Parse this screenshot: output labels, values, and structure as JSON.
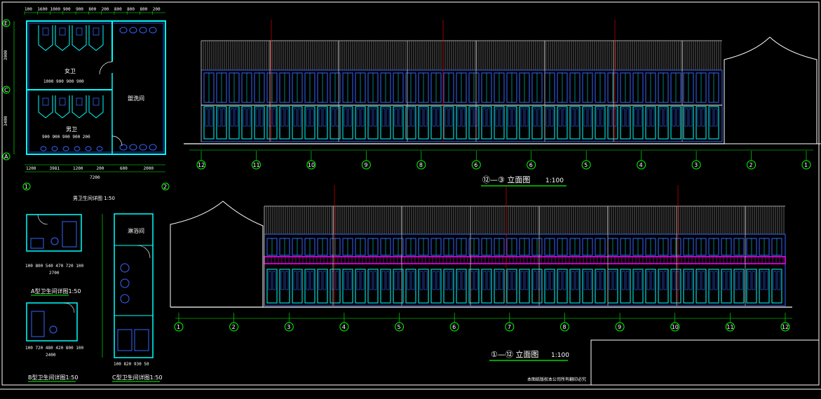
{
  "drawing": {
    "colors": {
      "background": "#000000",
      "border": "#ffffff",
      "wall": "#00ffff",
      "window": "#3366ff",
      "dimension": "#00ff00",
      "roof": "#a0a0a0",
      "balcony": "#ff00ff",
      "axis": "#00ff00",
      "accent": "#ff0000"
    },
    "plan": {
      "room_labels": [
        "女卫",
        "男卫",
        "盥洗间"
      ],
      "axis_labels": [
        "E",
        "C",
        "A",
        "1",
        "2"
      ],
      "top_dims": [
        "100",
        "1600",
        "1000",
        "900",
        "900",
        "800",
        "200",
        "800",
        "800",
        "800",
        "200"
      ],
      "left_dims": [
        "3000",
        "3400"
      ],
      "inner_dims_1": [
        "1000",
        "900",
        "900",
        "900"
      ],
      "inner_dims_2": [
        "900",
        "900",
        "900",
        "900",
        "200"
      ],
      "bottom_dims": [
        "1200",
        "3981",
        "1200",
        "200",
        "600",
        "2000"
      ],
      "total_width": "7200"
    },
    "details": {
      "men_title": "男卫生间详图 1:50",
      "a_title": "A型卫生间详图1:50",
      "b_title": "B型卫生间详图1:50",
      "c_title": "C型卫生间详图1:50",
      "c_room": "淋浴间",
      "a_width": "2700",
      "b_width": "2400",
      "a_dims": [
        "100",
        "800",
        "540",
        "470",
        "720",
        "100"
      ],
      "b_dims": [
        "100",
        "720",
        "480",
        "420",
        "800",
        "100"
      ],
      "c_dims": [
        "100",
        "820",
        "930",
        "50"
      ]
    },
    "elev_top": {
      "title": "⑫—③ 立面图",
      "scale": "1:100",
      "axes": [
        "12",
        "11",
        "10",
        "9",
        "8",
        "6",
        "6",
        "5",
        "4",
        "3",
        "2",
        "1"
      ]
    },
    "elev_bottom": {
      "title": "①—⑫ 立面图",
      "scale": "1:100",
      "axes": [
        "1",
        "2",
        "3",
        "4",
        "5",
        "6",
        "7",
        "8",
        "9",
        "10",
        "11",
        "12"
      ]
    },
    "note": "本图纸版权本公司所有翻印必究"
  }
}
